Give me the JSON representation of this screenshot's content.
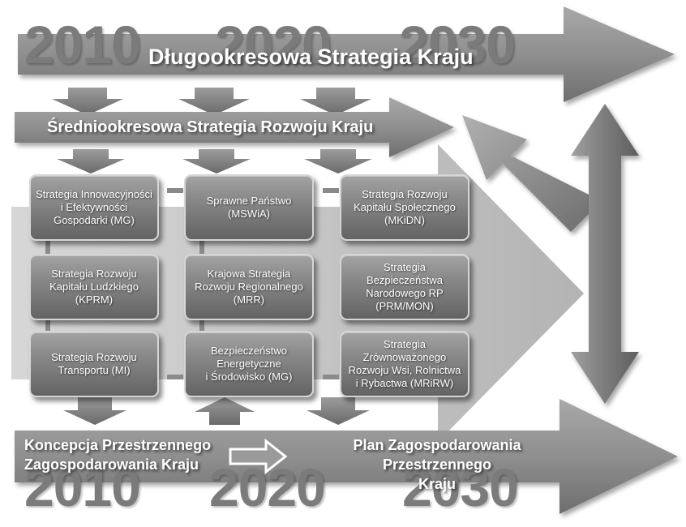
{
  "top_band": {
    "title": "Długookresowa Strategia Kraju",
    "years": [
      "2010",
      "2020",
      "2030"
    ]
  },
  "mid_band": {
    "title": "Średniookresowa Strategia Rozwoju Kraju"
  },
  "strategies": [
    "Strategia Innowacyjności\ni Efektywności\nGospodarki (MG)",
    "Sprawne Państwo\n(MSWiA)",
    "Strategia Rozwoju\nKapitału Społecznego\n(MKiDN)",
    "Strategia Rozwoju\nKapitału Ludzkiego\n(KPRM)",
    "Krajowa Strategia\nRozwoju Regionalnego\n(MRR)",
    "Strategia Bezpieczeństwa\nNarodowego RP\n(PRM/MON)",
    "Strategia Rozwoju\nTransportu (MI)",
    "Bezpieczeństwo\nEnergetyczne\ni Środowisko (MG)",
    "Strategia\nZrównoważonego\nRozwoju Wsi, Rolnictwa\ni Rybactwa (MRiRW)"
  ],
  "bottom_band": {
    "left_title": "Koncepcja Przestrzennego\nZagospodarowania Kraju",
    "right_title": "Plan Zagospodarowania Przestrzennego\nKraju",
    "years": [
      "2010",
      "2020",
      "2030"
    ]
  }
}
